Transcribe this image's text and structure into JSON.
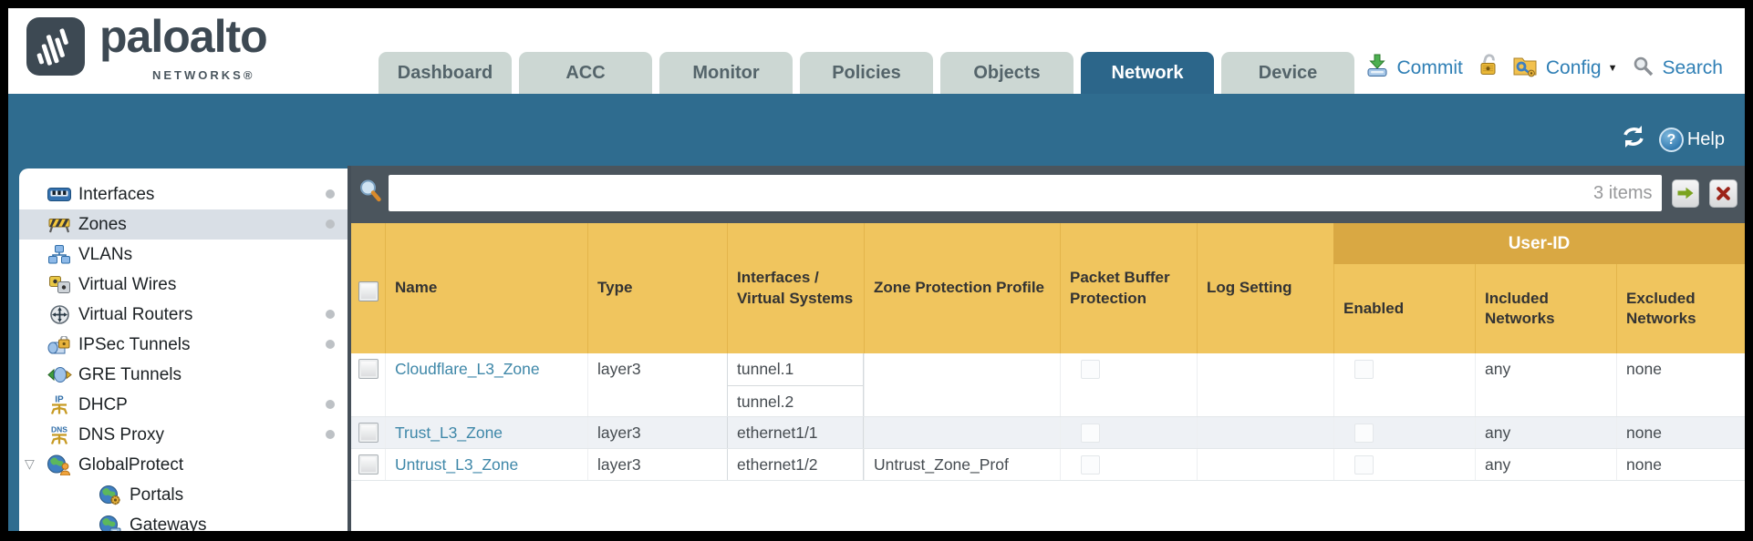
{
  "brand": {
    "name": "paloalto",
    "sub": "NETWORKS®"
  },
  "nav": {
    "tabs": [
      {
        "label": "Dashboard",
        "active": false
      },
      {
        "label": "ACC",
        "active": false
      },
      {
        "label": "Monitor",
        "active": false
      },
      {
        "label": "Policies",
        "active": false
      },
      {
        "label": "Objects",
        "active": false
      },
      {
        "label": "Network",
        "active": true
      },
      {
        "label": "Device",
        "active": false
      }
    ],
    "utilities": {
      "commit": "Commit",
      "config": "Config",
      "search": "Search"
    }
  },
  "band": {
    "help_label": "Help"
  },
  "sidebar": {
    "items": [
      {
        "label": "Interfaces",
        "icon": "interfaces-icon",
        "dot": true
      },
      {
        "label": "Zones",
        "icon": "zones-icon",
        "dot": true,
        "selected": true
      },
      {
        "label": "VLANs",
        "icon": "vlans-icon"
      },
      {
        "label": "Virtual Wires",
        "icon": "virtual-wires-icon"
      },
      {
        "label": "Virtual Routers",
        "icon": "virtual-routers-icon",
        "dot": true
      },
      {
        "label": "IPSec Tunnels",
        "icon": "ipsec-tunnels-icon",
        "dot": true
      },
      {
        "label": "GRE Tunnels",
        "icon": "gre-tunnels-icon"
      },
      {
        "label": "DHCP",
        "icon": "dhcp-icon",
        "dot": true
      },
      {
        "label": "DNS Proxy",
        "icon": "dns-proxy-icon",
        "dot": true
      },
      {
        "label": "GlobalProtect",
        "icon": "globalprotect-icon",
        "expandable": true
      },
      {
        "label": "Portals",
        "icon": "portals-icon",
        "child": true
      },
      {
        "label": "Gateways",
        "icon": "gateways-icon",
        "child": true
      }
    ]
  },
  "toolbar": {
    "filter_value": "",
    "items_count": "3 items"
  },
  "table": {
    "group_header": "User-ID",
    "columns": [
      {
        "label": ""
      },
      {
        "label": "Name"
      },
      {
        "label": "Type"
      },
      {
        "label": "Interfaces / Virtual Systems"
      },
      {
        "label": "Zone Protection Profile"
      },
      {
        "label": "Packet Buffer Protection"
      },
      {
        "label": "Log Setting"
      },
      {
        "label": "Enabled"
      },
      {
        "label": "Included Networks"
      },
      {
        "label": "Excluded Networks"
      }
    ],
    "rows": [
      {
        "name": "Cloudflare_L3_Zone",
        "type": "layer3",
        "interfaces": [
          "tunnel.1",
          "tunnel.2"
        ],
        "zone_protection_profile": "",
        "log_setting": "",
        "included_networks": "any",
        "excluded_networks": "none"
      },
      {
        "name": "Trust_L3_Zone",
        "type": "layer3",
        "interfaces": [
          "ethernet1/1"
        ],
        "zone_protection_profile": "",
        "log_setting": "",
        "included_networks": "any",
        "excluded_networks": "none"
      },
      {
        "name": "Untrust_L3_Zone",
        "type": "layer3",
        "interfaces": [
          "ethernet1/2"
        ],
        "zone_protection_profile": "Untrust_Zone_Prof",
        "log_setting": "",
        "included_networks": "any",
        "excluded_networks": "none"
      }
    ]
  },
  "colors": {
    "teal_band": "#2f6c8f",
    "toolbar_slate": "#4b555d",
    "header_gold": "#f0c55e",
    "userid_band": "#d9a843",
    "link_blue": "#3e87a8",
    "active_tab": "#2c668a"
  }
}
